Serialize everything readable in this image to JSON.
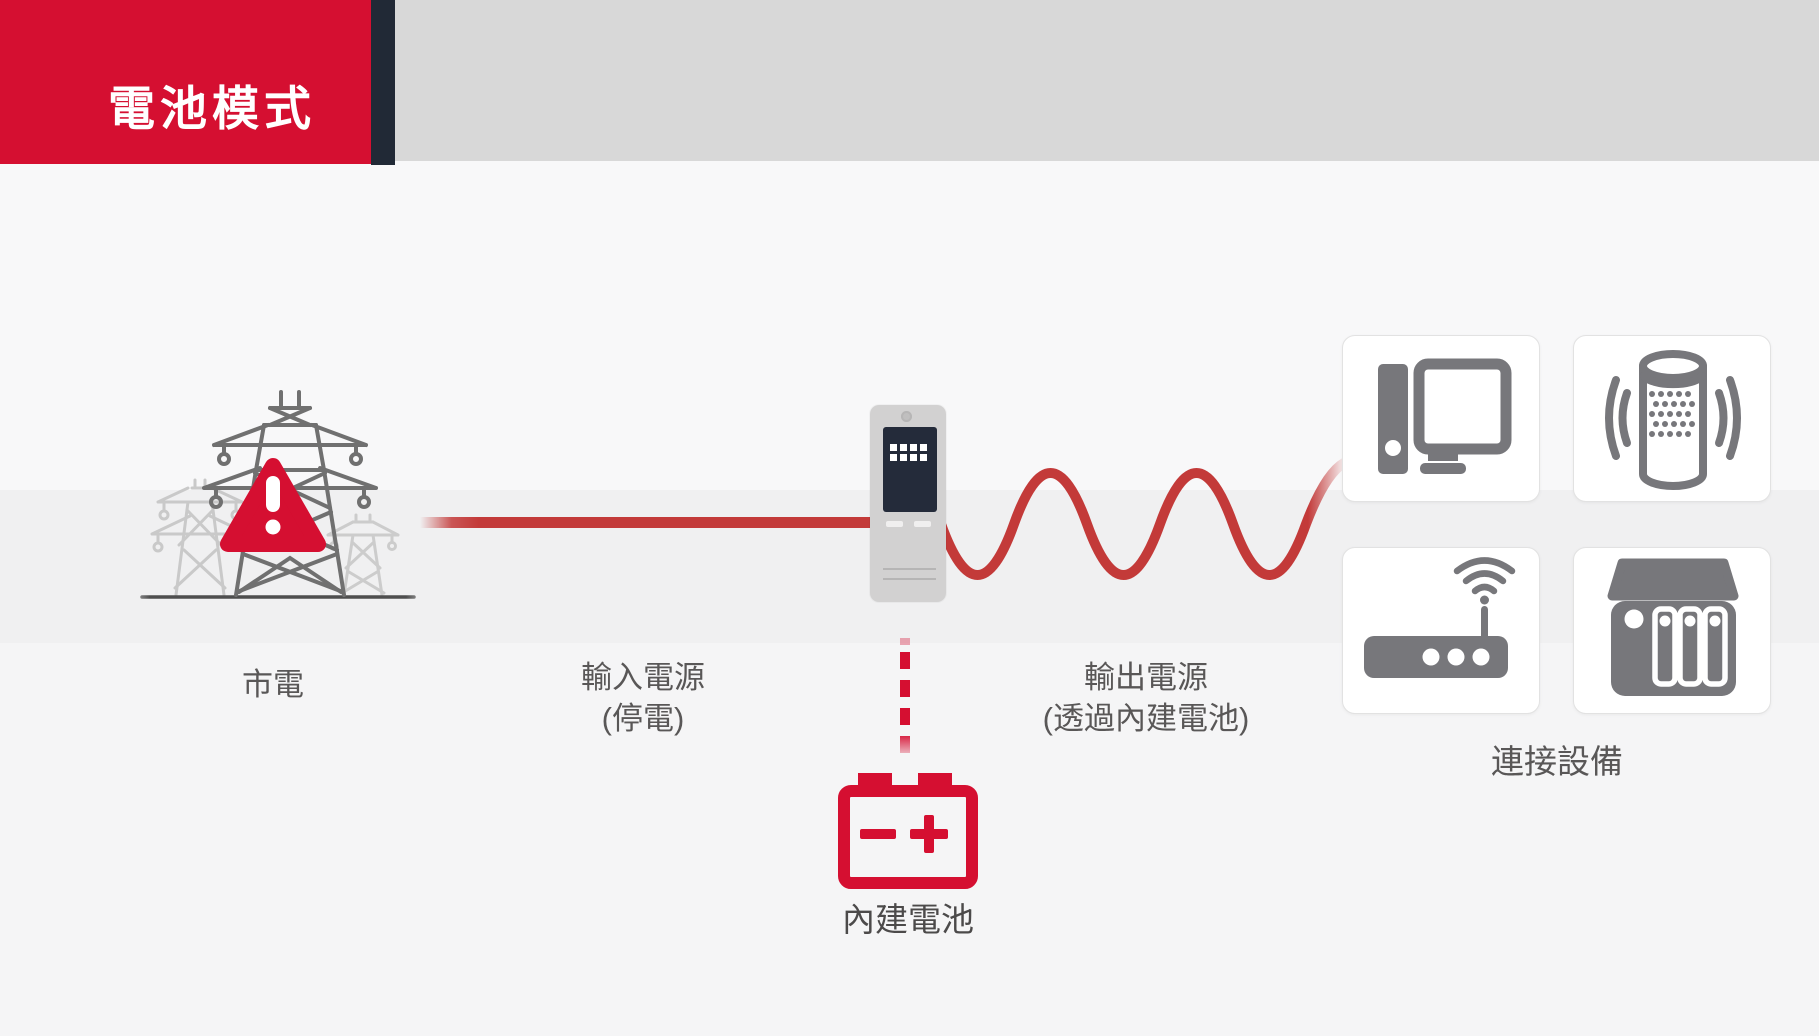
{
  "header": {
    "title": "電池模式",
    "accent_color": "#d50f31",
    "stripe_color": "#212936",
    "band_color": "#d8d8d8"
  },
  "diagram": {
    "source": {
      "label": "市電",
      "icon": "power-towers-icon",
      "status_icon": "warning-triangle-icon"
    },
    "input": {
      "line1": "輸入電源",
      "line2": "(停電)",
      "line_color": "#c33a39"
    },
    "ups": {
      "icon": "ups-device-icon"
    },
    "battery": {
      "label": "內建電池",
      "icon": "battery-icon",
      "color": "#d50f31"
    },
    "output": {
      "line1": "輸出電源",
      "line2": "(透過內建電池)",
      "wave_color": "#c33a39"
    },
    "devices": {
      "label": "連接設備",
      "icon_color": "#77777b",
      "items": [
        {
          "name": "desktop-computer"
        },
        {
          "name": "smart-speaker"
        },
        {
          "name": "wifi-router"
        },
        {
          "name": "nas-storage"
        }
      ]
    }
  }
}
